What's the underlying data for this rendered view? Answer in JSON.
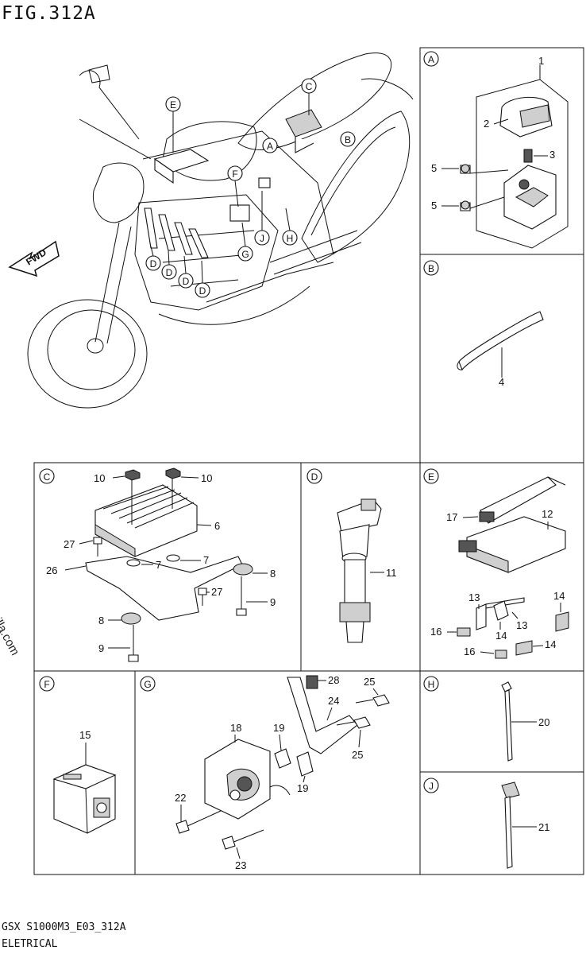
{
  "figure": {
    "title": "FIG.312A"
  },
  "footer": {
    "code": "GSX S1000M3_E03_312A",
    "title": "ELETRICAL"
  },
  "watermark": "© Partzilla.com",
  "overview": {
    "direction_label": "FWD",
    "callouts": [
      "A",
      "B",
      "C",
      "D",
      "D",
      "D",
      "D",
      "E",
      "F",
      "G",
      "H",
      "J"
    ]
  },
  "panels": {
    "A": {
      "label": "A",
      "parts": [
        "1",
        "2",
        "3",
        "5",
        "5"
      ]
    },
    "B": {
      "label": "B",
      "parts": [
        "4"
      ]
    },
    "C": {
      "label": "C",
      "parts": [
        "10",
        "10",
        "6",
        "27",
        "7",
        "7",
        "26",
        "8",
        "27",
        "9",
        "8",
        "9"
      ]
    },
    "D": {
      "label": "D",
      "parts": [
        "11"
      ]
    },
    "E": {
      "label": "E",
      "parts": [
        "17",
        "12",
        "13",
        "14",
        "13",
        "14",
        "16",
        "14",
        "16"
      ]
    },
    "F": {
      "label": "F",
      "parts": [
        "15"
      ]
    },
    "G": {
      "label": "G",
      "parts": [
        "28",
        "25",
        "24",
        "18",
        "19",
        "25",
        "19",
        "22",
        "23"
      ]
    },
    "H": {
      "label": "H",
      "parts": [
        "20"
      ]
    },
    "J": {
      "label": "J",
      "parts": [
        "21"
      ]
    }
  }
}
